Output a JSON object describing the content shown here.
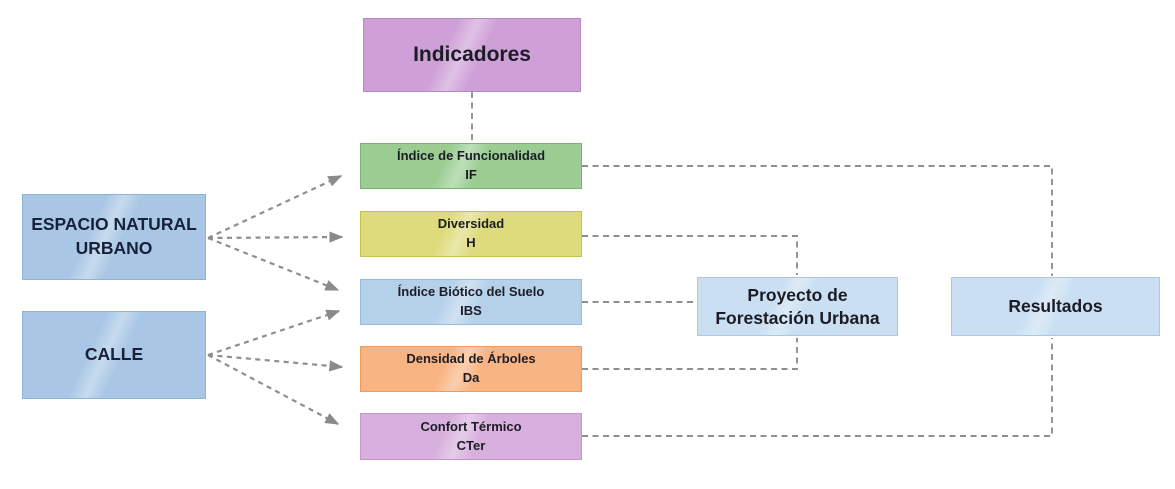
{
  "diagram": {
    "title": {
      "label": "Indicadores"
    },
    "sources": [
      {
        "label": "ESPACIO NATURAL URBANO"
      },
      {
        "label": "CALLE"
      }
    ],
    "indicators": [
      {
        "name": "Índice de Funcionalidad",
        "abbr": "IF",
        "color": "#9bcd93"
      },
      {
        "name": "Diversidad",
        "abbr": "H",
        "color": "#dedb7d"
      },
      {
        "name": "Índice Biótico del Suelo",
        "abbr": "IBS",
        "color": "#b5d1ea"
      },
      {
        "name": "Densidad de Árboles",
        "abbr": "Da",
        "color": "#f9b483"
      },
      {
        "name": "Confort Térmico",
        "abbr": "CTer",
        "color": "#d8b0dd"
      }
    ],
    "outputs": [
      {
        "label": "Proyecto de Forestación Urbana"
      },
      {
        "label": "Resultados"
      }
    ],
    "edges": [
      {
        "from": "Indicadores",
        "to": "Índice de Funcionalidad"
      },
      {
        "from": "ESPACIO NATURAL URBANO",
        "to": "Índice de Funcionalidad"
      },
      {
        "from": "ESPACIO NATURAL URBANO",
        "to": "Diversidad"
      },
      {
        "from": "ESPACIO NATURAL URBANO",
        "to": "Índice Biótico del Suelo"
      },
      {
        "from": "CALLE",
        "to": "Índice Biótico del Suelo"
      },
      {
        "from": "CALLE",
        "to": "Densidad de Árboles"
      },
      {
        "from": "CALLE",
        "to": "Confort Térmico"
      },
      {
        "from": "Índice de Funcionalidad",
        "to": "Resultados"
      },
      {
        "from": "Diversidad",
        "to": "Proyecto de Forestación Urbana"
      },
      {
        "from": "Índice Biótico del Suelo",
        "to": "Proyecto de Forestación Urbana"
      },
      {
        "from": "Densidad de Árboles",
        "to": "Proyecto de Forestación Urbana"
      },
      {
        "from": "Confort Térmico",
        "to": "Resultados"
      }
    ],
    "colors": {
      "title_bg": "#cfa0d8",
      "source_bg": "#a9c7e5",
      "output_bg": "#cadff2",
      "connector": "#8f8f8f"
    }
  }
}
